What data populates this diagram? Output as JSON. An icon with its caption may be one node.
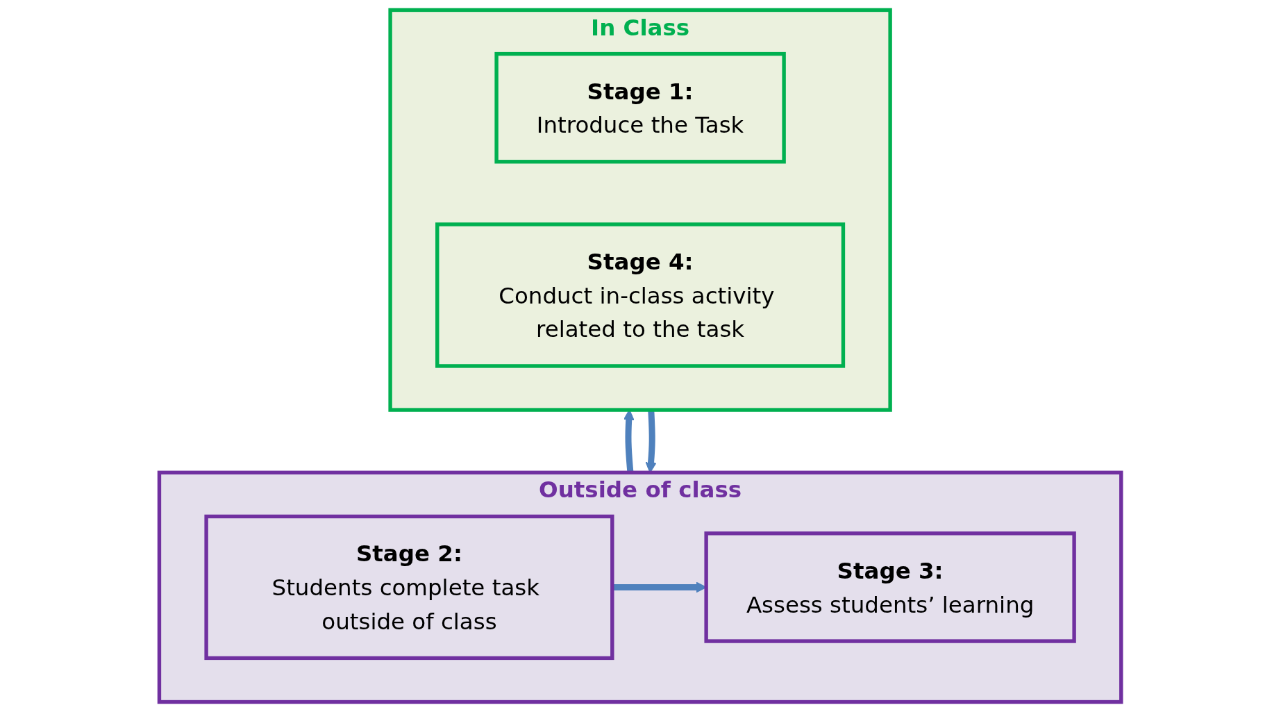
{
  "diagram": {
    "nodes": [
      {
        "text": [
          "In Class"
        ]
      },
      {
        "text": [
          "Stage 1:",
          "Introduce the Task"
        ],
        "in": 0
      },
      {
        "text": [
          "Stage 4:",
          "Conduct in-class activity related to the task"
        ],
        "in": 0
      },
      {
        "text": [
          "Outside of class"
        ]
      },
      {
        "text": [
          "Stage 2:",
          "Students complete task outside of class"
        ],
        "in": 3
      },
      {
        "text": [
          "Stage 3:",
          "Assess students’ learning"
        ],
        "in": 3
      }
    ],
    "edges": [
      {
        "from": 0,
        "to": 3,
        "arrow": "to"
      },
      {
        "from": 4,
        "to": 5,
        "arrow": "to"
      },
      {
        "from": 3,
        "to": 0,
        "arrow": "to"
      }
    ]
  }
}
